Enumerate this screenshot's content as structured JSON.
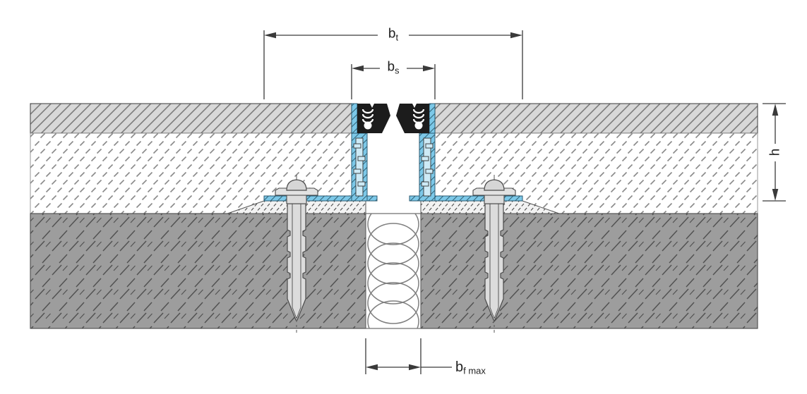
{
  "diagram": {
    "dimension_labels": {
      "bt": {
        "base": "b",
        "sub": "t"
      },
      "bs": {
        "base": "b",
        "sub": "s"
      },
      "h": {
        "base": "h"
      },
      "bf_max": {
        "base": "b",
        "sub": "f max"
      }
    },
    "colors": {
      "profile_aluminium_blue": "#7cc8e8",
      "gasket_black": "#1c1c1c",
      "tile_layer_gray": "#d8d8d8",
      "screed_white": "#ffffff",
      "concrete_gray": "#9d9d9d",
      "anchor_gray": "#dcdcdc",
      "dimension_line": "#3a3a3a"
    }
  }
}
